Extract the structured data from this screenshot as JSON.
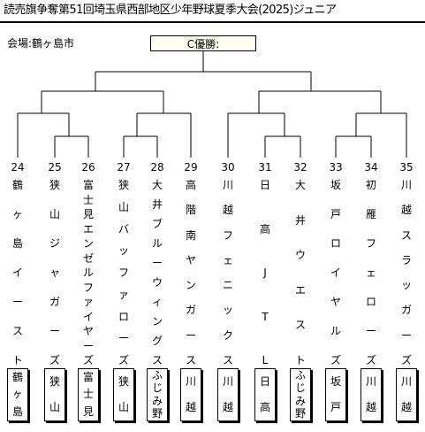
{
  "title": "読売旗争奪第51回埼玉県西部地区少年野球夏季大会(2025)ジュニア",
  "venue": "会場:鶴ヶ島市",
  "champion_label": "C優勝:",
  "teams": [
    {
      "num": "24",
      "name": "鶴ヶ島イースト",
      "group": "鶴ヶ島"
    },
    {
      "num": "25",
      "name": "狭山ジャガーズ",
      "group": "狭山"
    },
    {
      "num": "26",
      "name": "富士見エンゼルファイヤーズ",
      "group": "富士見"
    },
    {
      "num": "27",
      "name": "狭山バッファローズ",
      "group": "狭山"
    },
    {
      "num": "28",
      "name": "大井ブルーウィングス",
      "group": "ふじみ野"
    },
    {
      "num": "29",
      "name": "高階南ヤンガース",
      "group": "川越"
    },
    {
      "num": "30",
      "name": "川越フェニックス",
      "group": "川越"
    },
    {
      "num": "31",
      "name": "日高JTL",
      "group": "日高"
    },
    {
      "num": "32",
      "name": "大井ウエスト",
      "group": "ふじみ野"
    },
    {
      "num": "33",
      "name": "坂戸ロイヤルズ",
      "group": "坂戸"
    },
    {
      "num": "34",
      "name": "初雁フェローズ",
      "group": "川越"
    },
    {
      "num": "35",
      "name": "川越スラッガーズ",
      "group": "川越"
    }
  ]
}
